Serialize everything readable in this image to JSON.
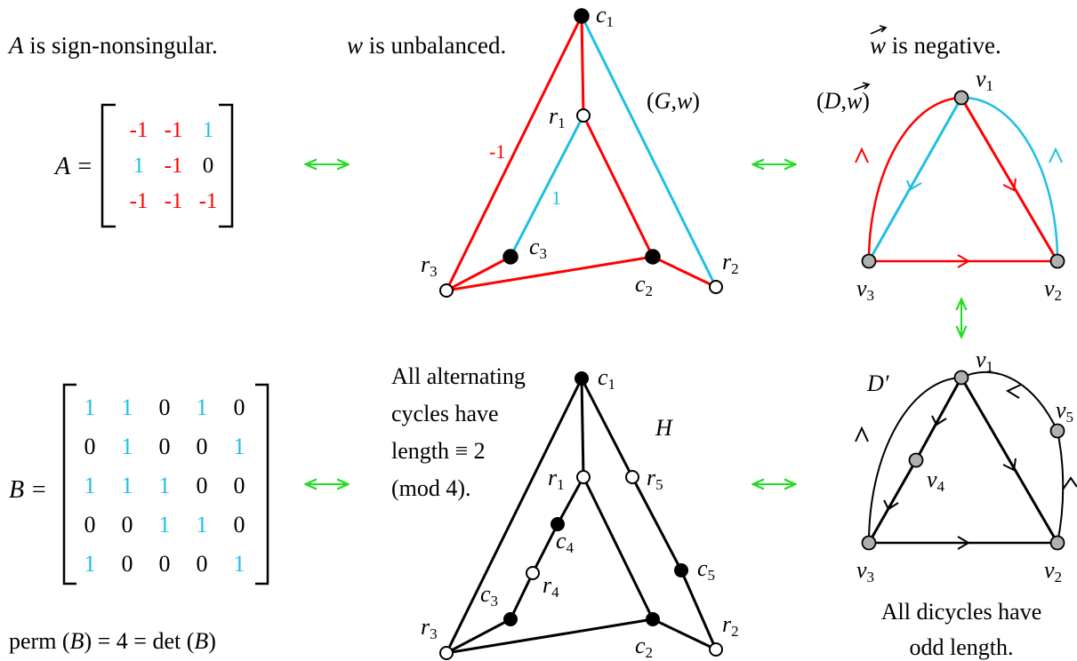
{
  "colors": {
    "red": "#ff0000",
    "cyan": "#1fbfe5",
    "green": "#22dd22",
    "black": "#000000",
    "gray": "#b0b0b0"
  },
  "top_left": {
    "caption": "A is sign-nonsingular.",
    "matrix_label": "A =",
    "rows": [
      [
        {
          "v": "-1",
          "c": "red"
        },
        {
          "v": "-1",
          "c": "red"
        },
        {
          "v": "1",
          "c": "cyan"
        }
      ],
      [
        {
          "v": "1",
          "c": "cyan"
        },
        {
          "v": "-1",
          "c": "red"
        },
        {
          "v": "0",
          "c": "black"
        }
      ],
      [
        {
          "v": "-1",
          "c": "red"
        },
        {
          "v": "-1",
          "c": "red"
        },
        {
          "v": "-1",
          "c": "red"
        }
      ]
    ]
  },
  "top_middle": {
    "caption": "w is unbalanced.",
    "graph_label": "(G,w)",
    "edge_label_neg": "-1",
    "edge_label_pos": "1",
    "node_labels": {
      "c1": "c",
      "c1s": "1",
      "r1": "r",
      "r1s": "1",
      "c3": "c",
      "c3s": "3",
      "r3": "r",
      "r3s": "3",
      "c2": "c",
      "c2s": "2",
      "r2": "r",
      "r2s": "2"
    }
  },
  "top_right": {
    "caption": "w is negative.",
    "graph_label": "(D,w)",
    "node_labels": {
      "v1": "v",
      "v1s": "1",
      "v2": "v",
      "v2s": "2",
      "v3": "v",
      "v3s": "3"
    }
  },
  "bottom_left": {
    "matrix_label": "B =",
    "rows": [
      [
        {
          "v": "1",
          "c": "cyan"
        },
        {
          "v": "1",
          "c": "cyan"
        },
        {
          "v": "0",
          "c": "black"
        },
        {
          "v": "1",
          "c": "cyan"
        },
        {
          "v": "0",
          "c": "black"
        }
      ],
      [
        {
          "v": "0",
          "c": "black"
        },
        {
          "v": "1",
          "c": "cyan"
        },
        {
          "v": "0",
          "c": "black"
        },
        {
          "v": "0",
          "c": "black"
        },
        {
          "v": "1",
          "c": "cyan"
        }
      ],
      [
        {
          "v": "1",
          "c": "cyan"
        },
        {
          "v": "1",
          "c": "cyan"
        },
        {
          "v": "1",
          "c": "cyan"
        },
        {
          "v": "0",
          "c": "black"
        },
        {
          "v": "0",
          "c": "black"
        }
      ],
      [
        {
          "v": "0",
          "c": "black"
        },
        {
          "v": "0",
          "c": "black"
        },
        {
          "v": "1",
          "c": "cyan"
        },
        {
          "v": "1",
          "c": "cyan"
        },
        {
          "v": "0",
          "c": "black"
        }
      ],
      [
        {
          "v": "1",
          "c": "cyan"
        },
        {
          "v": "0",
          "c": "black"
        },
        {
          "v": "0",
          "c": "black"
        },
        {
          "v": "0",
          "c": "black"
        },
        {
          "v": "1",
          "c": "cyan"
        }
      ]
    ],
    "perm_line": "perm (B) = 4 = det (B)"
  },
  "bottom_middle": {
    "caption_lines": [
      "All alternating",
      "cycles have",
      "length ≡ 2",
      "(mod 4)."
    ],
    "graph_label": "H",
    "node_labels": {
      "c1": "c",
      "c1s": "1",
      "r1": "r",
      "r1s": "1",
      "r5": "r",
      "r5s": "5",
      "c4": "c",
      "c4s": "4",
      "r4": "r",
      "r4s": "4",
      "c3": "c",
      "c3s": "3",
      "c5": "c",
      "c5s": "5",
      "r3": "r",
      "r3s": "3",
      "c2": "c",
      "c2s": "2",
      "r2": "r",
      "r2s": "2"
    }
  },
  "bottom_right": {
    "graph_label": "D′",
    "caption_lines": [
      "All dicycles have",
      "odd length."
    ],
    "node_labels": {
      "v1": "v",
      "v1s": "1",
      "v2": "v",
      "v2s": "2",
      "v3": "v",
      "v3s": "3",
      "v4": "v",
      "v4s": "4",
      "v5": "v",
      "v5s": "5"
    }
  },
  "arrows": {
    "symbol_h": "⟷",
    "symbol_v": "↕"
  }
}
